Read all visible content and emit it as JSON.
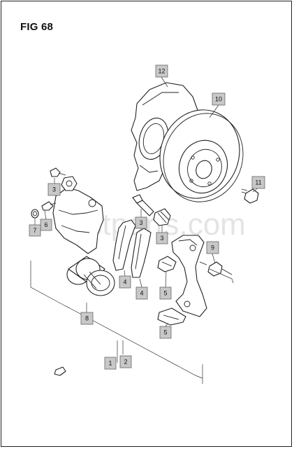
{
  "figure": {
    "title": "FIG 68"
  },
  "watermark": "ristparts.com",
  "callouts": [
    {
      "id": "callout-12",
      "label": "12"
    },
    {
      "id": "callout-10",
      "label": "10"
    },
    {
      "id": "callout-3-top",
      "label": "3"
    },
    {
      "id": "callout-11",
      "label": "11"
    },
    {
      "id": "callout-6",
      "label": "6"
    },
    {
      "id": "callout-7",
      "label": "7"
    },
    {
      "id": "callout-3-mid",
      "label": "3"
    },
    {
      "id": "callout-3-right",
      "label": "3"
    },
    {
      "id": "callout-9",
      "label": "9"
    },
    {
      "id": "callout-4-left",
      "label": "4"
    },
    {
      "id": "callout-4-right",
      "label": "4"
    },
    {
      "id": "callout-5-top",
      "label": "5"
    },
    {
      "id": "callout-5-bottom",
      "label": "5"
    },
    {
      "id": "callout-8",
      "label": "8"
    },
    {
      "id": "callout-1",
      "label": "1"
    },
    {
      "id": "callout-2",
      "label": "2"
    }
  ]
}
